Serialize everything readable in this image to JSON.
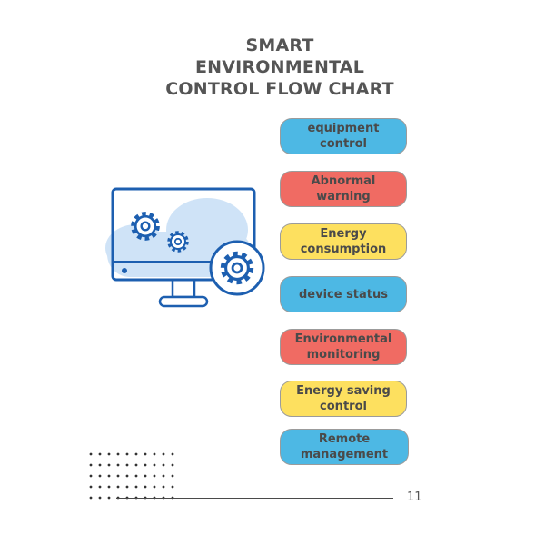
{
  "title": {
    "line1": "SMART",
    "line2": "ENVIRONMENTAL",
    "line3": "CONTROL FLOW CHART"
  },
  "colors": {
    "blue": "#4db8e4",
    "red": "#f06b63",
    "yellow": "#fde05f",
    "icon": "#1d5fb0",
    "cloud": "#cfe3f7"
  },
  "items": [
    {
      "label": "equipment control",
      "color": "blue"
    },
    {
      "label": "Abnormal warning",
      "color": "red"
    },
    {
      "label": "Energy consumption",
      "color": "yellow"
    },
    {
      "label": "device status",
      "color": "blue"
    },
    {
      "label": "Environmental monitoring",
      "color": "red"
    },
    {
      "label": "Energy saving control",
      "color": "yellow"
    },
    {
      "label": "Remote management",
      "color": "blue"
    }
  ],
  "footer": {
    "page_number": "11"
  }
}
